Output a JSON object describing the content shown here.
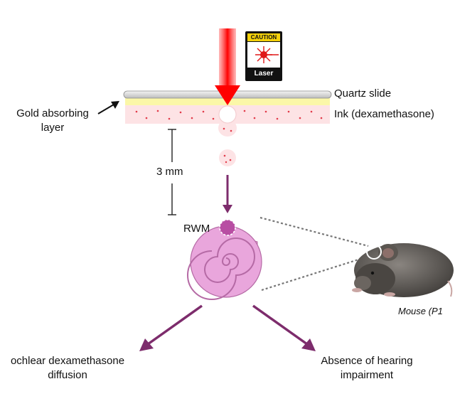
{
  "labels": {
    "quartz": "Quartz slide",
    "gold": "Gold absorbing\nlayer",
    "ink": "Ink (dexamethasone)",
    "distance": "3 mm",
    "rwm": "RWM",
    "mouse": "Mouse (P1",
    "left_outcome": "ochlear dexamethasone\ndiffusion",
    "right_outcome": "Absence of hearing\nimpairment"
  },
  "caution_sign": {
    "header": "CAUTION",
    "footer": "Laser"
  },
  "colors": {
    "laser": "#ff1a1a",
    "ink_layer": "#fde3e5",
    "ink_dots": "#e23b4a",
    "gold_layer": "#fbf7a8",
    "cochlea": "#e9a6dc",
    "arrows": "#7d2c6c"
  }
}
